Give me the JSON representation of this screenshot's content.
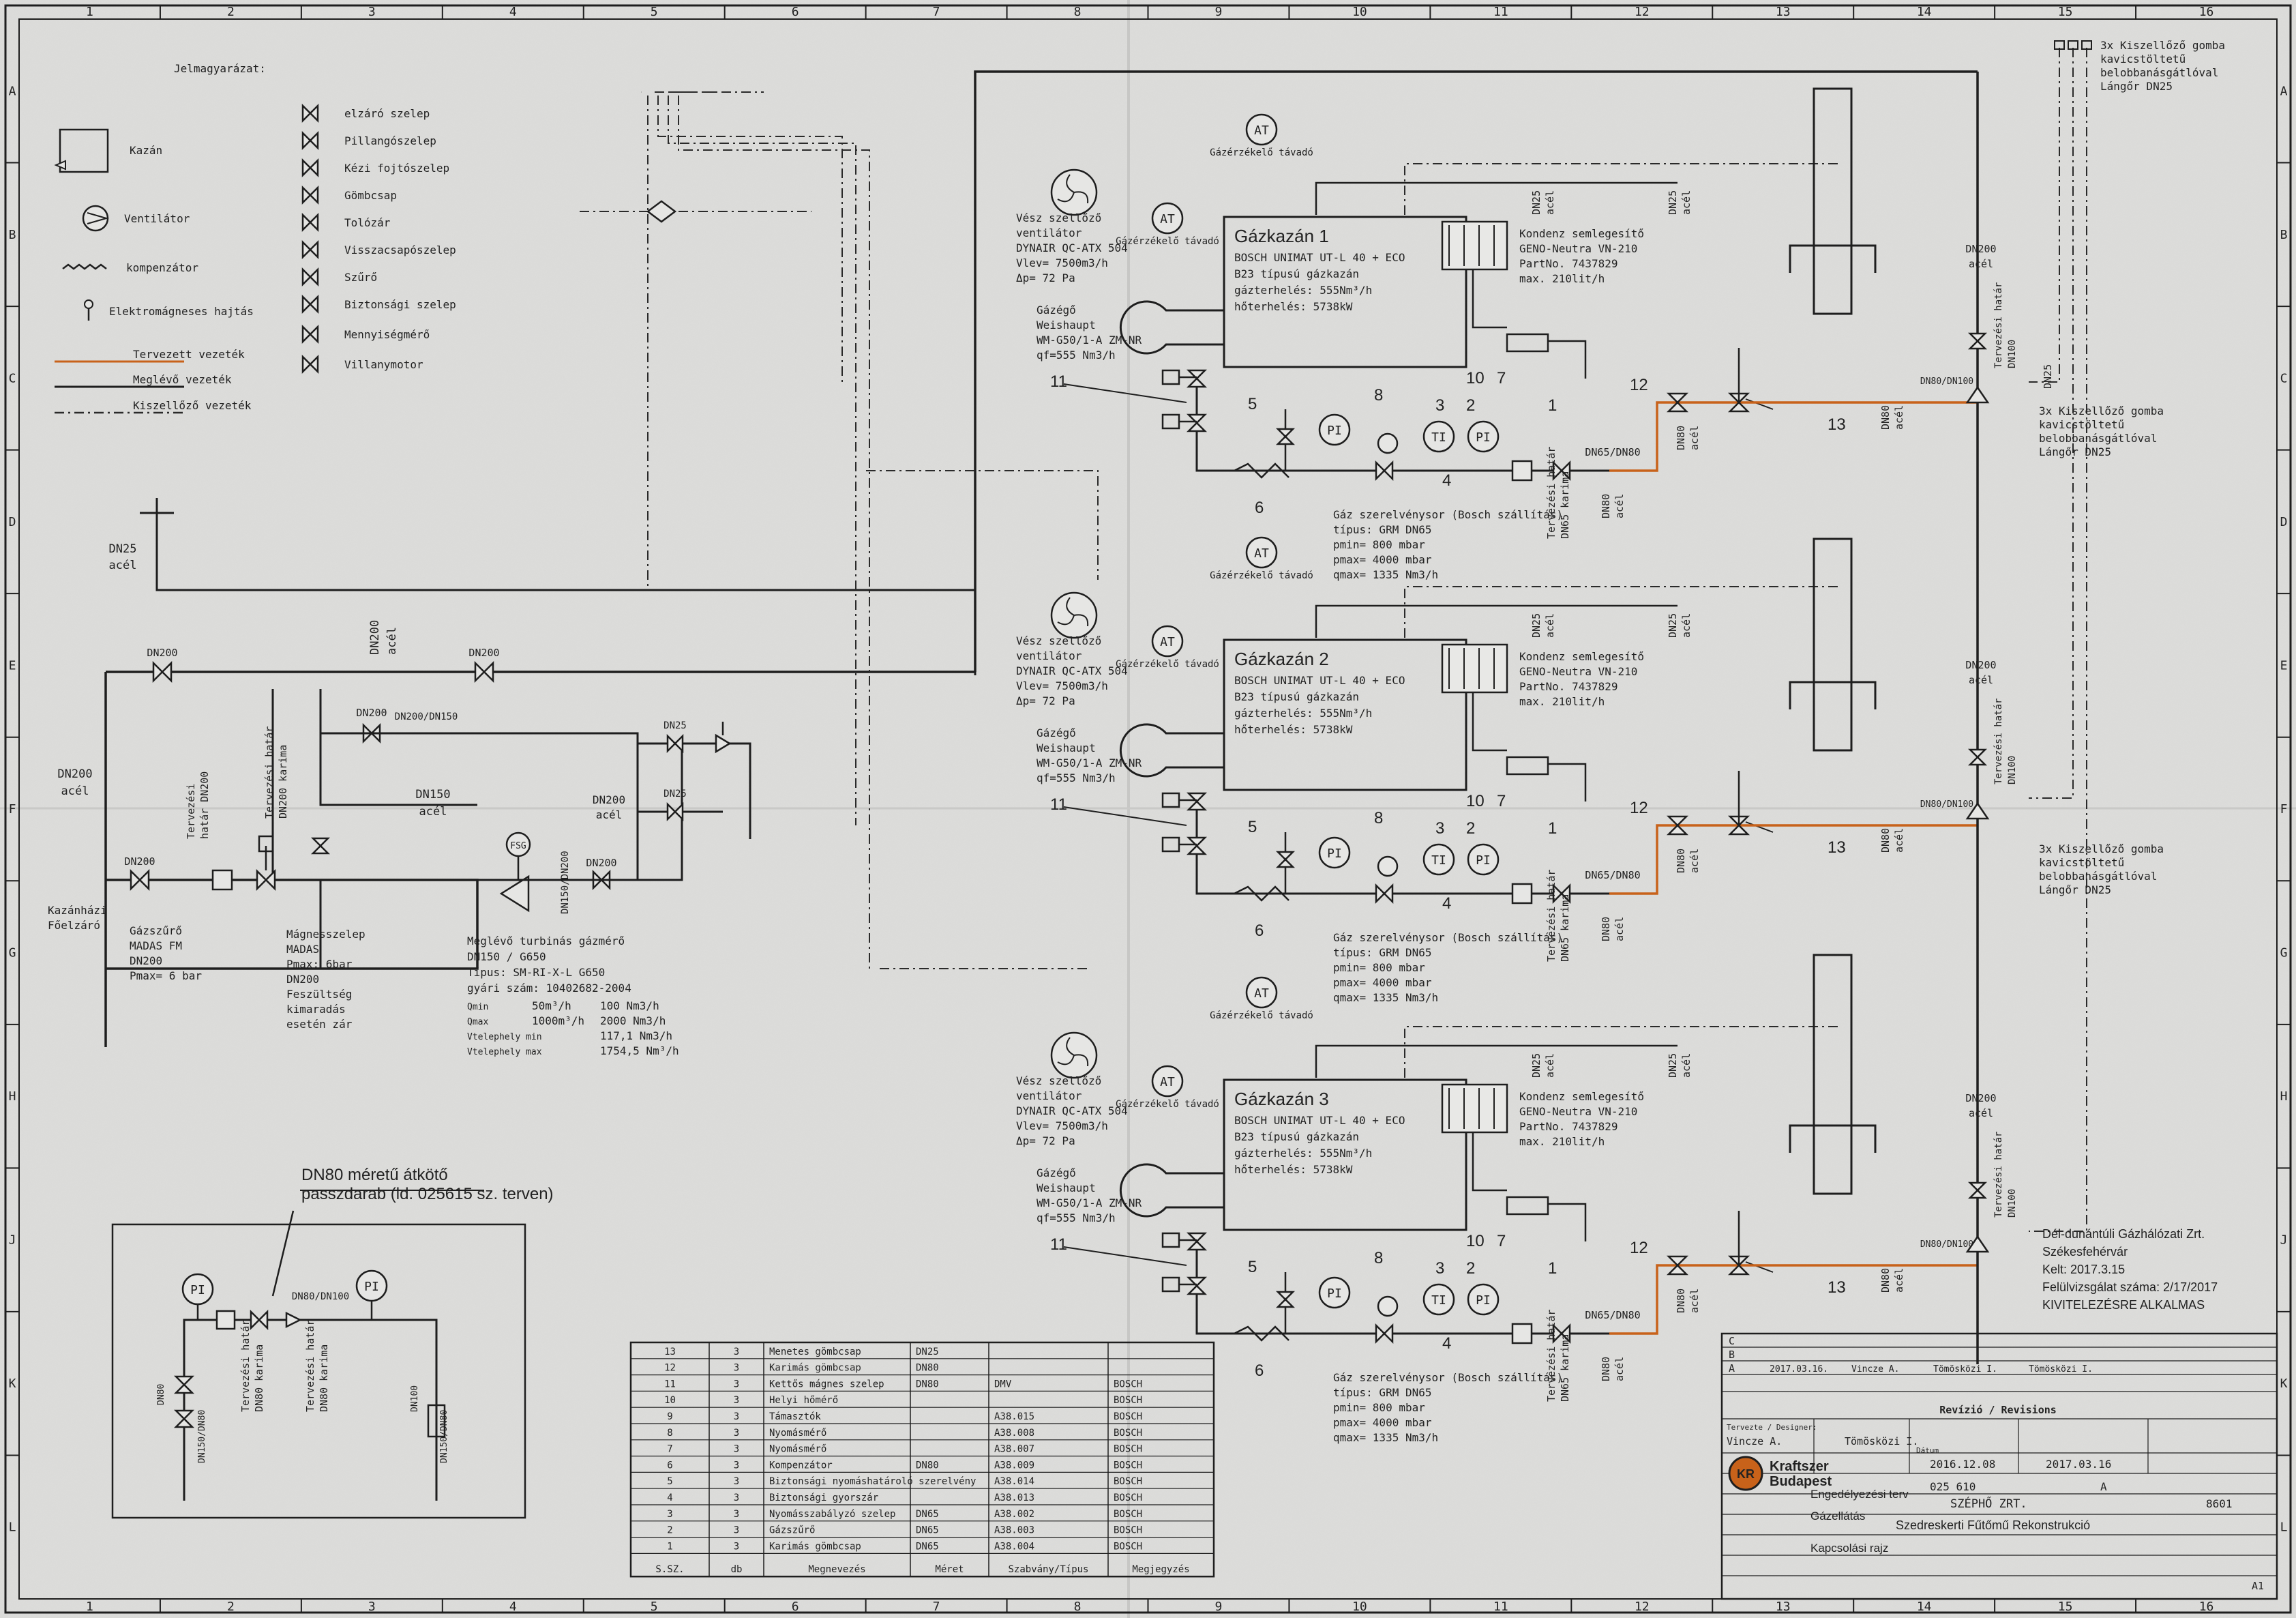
{
  "grid_columns": [
    "1",
    "2",
    "3",
    "4",
    "5",
    "6",
    "7",
    "8",
    "9",
    "10",
    "11",
    "12",
    "13",
    "14",
    "15",
    "16"
  ],
  "grid_rows": [
    "A",
    "B",
    "C",
    "D",
    "E",
    "F",
    "G",
    "H",
    "J",
    "K",
    "L"
  ],
  "legend": {
    "title": "Jelmagyarázat:",
    "left_items": [
      {
        "icon": "boiler-icon",
        "label": "Kazán"
      },
      {
        "icon": "fan-icon",
        "label": "Ventilátor"
      },
      {
        "icon": "compensator-icon",
        "label": "kompenzátor"
      },
      {
        "icon": "solenoid-drive-icon",
        "label": "Elektromágneses hajtás"
      }
    ],
    "line_items": [
      {
        "style": "planned",
        "label": "Tervezett vezeték"
      },
      {
        "style": "existing",
        "label": "Meglévő vezeték"
      },
      {
        "style": "exhaust",
        "label": "Kiszellőző vezeték"
      }
    ],
    "right_items": [
      {
        "icon": "shutoff-valve-icon",
        "label": "elzáró szelep"
      },
      {
        "icon": "butterfly-valve-icon",
        "label": "Pillangószelep"
      },
      {
        "icon": "manual-throttle-valve-icon",
        "label": "Kézi fojtószelep"
      },
      {
        "icon": "ball-valve-icon",
        "label": "Gömbcsap"
      },
      {
        "icon": "gate-valve-icon",
        "label": "Tolózár"
      },
      {
        "icon": "check-valve-icon",
        "label": "Visszacsapószelep"
      },
      {
        "icon": "strainer-icon",
        "label": "Szűrő"
      },
      {
        "icon": "safety-valve-icon",
        "label": "Biztonsági szelep"
      },
      {
        "icon": "flow-meter-icon",
        "label": "Mennyiségmérő"
      },
      {
        "icon": "motor-icon",
        "label": "Villanymotor"
      }
    ]
  },
  "header_note": {
    "lines": [
      "3x Kiszellőző gomba",
      "kavicstöltetű",
      "belobbanásgátlóval",
      "Lángőr DN25"
    ]
  },
  "supply": {
    "dn25": "DN25",
    "acel": "acél",
    "dn200": "DN200",
    "dn200_150": "DN200/DN150",
    "dn150": "DN150",
    "dn150_200": "DN150/DN200",
    "main_shutoff": [
      "Kazánházi",
      "Főelzáró"
    ],
    "boundary_dn200": [
      "Tervezési",
      "határ DN200"
    ],
    "boundary_flange": [
      "Tervezési határ",
      "DN200 karima"
    ],
    "strainer": [
      "Gázszűrő",
      "MADAS FM",
      "DN200",
      "Pmax= 6 bar"
    ],
    "solenoid": [
      "Mágnesszelep",
      "MADAS",
      "Pmax: 6bar",
      "DN200",
      "Feszültség",
      "kimaradás",
      "esetén zár"
    ],
    "meter_title": [
      "Meglévő turbinás gázmérő",
      "DN150 / G650",
      "Típus: SM-RI-X-L G650",
      "gyári szám: 10402682-2004"
    ],
    "meter_rows": [
      {
        "k": "Qmin",
        "v1": "50m³/h",
        "v2": "100 Nm3/h"
      },
      {
        "k": "Qmax",
        "v1": "1000m³/h",
        "v2": "2000 Nm3/h"
      },
      {
        "k": "Vtelephely min",
        "v1": "",
        "v2": "117,1 Nm3/h"
      },
      {
        "k": "Vtelephely max",
        "v1": "",
        "v2": "1754,5 Nm³/h"
      }
    ],
    "fsg": "FSG"
  },
  "detail": {
    "title": [
      "DN80 méretű átkötő",
      "passzdarab (ld. 025615 sz. terven)"
    ],
    "pi": "PI",
    "dn80": "DN80",
    "dn80_100": "DN80/DN100",
    "dn100": "DN100",
    "dn150_80": "DN150/DN80",
    "boundary1": [
      "Tervezési határ",
      "DN80 karima"
    ],
    "boundary2": [
      "Tervezési határ",
      "DN80 karima"
    ]
  },
  "boilers": [
    {
      "title": "Gázkazán 1",
      "lines": [
        "BOSCH UNIMAT UT-L 40 + ECO",
        "B23 típusú gázkazán",
        "gázterhelés:  555Nm³/h",
        "hőterhelés:  5738kW"
      ],
      "fan": [
        "Vész szellőző",
        "ventilátor",
        "DYNAIR QC-ATX 504",
        "Vlev= 7500m3/h",
        "Δp= 72 Pa"
      ],
      "burner": [
        "Gázégő",
        "Weishaupt",
        "WM-G50/1-A ZM-NR",
        "qf=555 Nm3/h"
      ],
      "neutralizer": [
        "Kondenz semlegesítő",
        "GENO-Neutra VN-210",
        "PartNo. 7437829",
        "max. 210lit/h"
      ],
      "train": [
        "Gáz szerelvénysor (Bosch szállítás)",
        "típus: GRM DN65",
        "pmin= 800 mbar",
        "pmax= 4000 mbar",
        "qmax= 1335 Nm3/h"
      ],
      "detector": "Gázérzékelő távadó",
      "at": "AT",
      "pi": "PI",
      "ti": "TI",
      "dn65_80": "DN65/DN80",
      "dn80": "DN80",
      "dn25": "DN25",
      "acel": "acél",
      "dn80_100": "DN80/DN100",
      "boundary": [
        "Tervezési határ",
        "DN65 karima"
      ],
      "marks": [
        "11",
        "5",
        "8",
        "10",
        "7",
        "3",
        "2",
        "1",
        "12",
        "13",
        "4",
        "6"
      ]
    },
    {
      "title": "Gázkazán 2",
      "lines": [
        "BOSCH UNIMAT UT-L 40 + ECO",
        "B23 típusú gázkazán",
        "gázterhelés:  555Nm³/h",
        "hőterhelés:  5738kW"
      ],
      "fan": [
        "Vész szellőző",
        "ventilátor",
        "DYNAIR QC-ATX 504",
        "Vlev= 7500m3/h",
        "Δp= 72 Pa"
      ],
      "burner": [
        "Gázégő",
        "Weishaupt",
        "WM-G50/1-A ZM-NR",
        "qf=555 Nm3/h"
      ],
      "neutralizer": [
        "Kondenz semlegesítő",
        "GENO-Neutra VN-210",
        "PartNo. 7437829",
        "max. 210lit/h"
      ],
      "train": [
        "Gáz szerelvénysor (Bosch szállítás)",
        "típus: GRM DN65",
        "pmin= 800 mbar",
        "pmax= 4000 mbar",
        "qmax= 1335 Nm3/h"
      ],
      "detector": "Gázérzékelő távadó",
      "at": "AT",
      "pi": "PI",
      "ti": "TI",
      "dn65_80": "DN65/DN80",
      "dn80": "DN80",
      "dn25": "DN25",
      "acel": "acél",
      "dn80_100": "DN80/DN100",
      "boundary": [
        "Tervezési határ",
        "DN65 karima"
      ],
      "marks": [
        "11",
        "5",
        "8",
        "10",
        "7",
        "3",
        "2",
        "1",
        "12",
        "13",
        "4",
        "6"
      ]
    },
    {
      "title": "Gázkazán 3",
      "lines": [
        "BOSCH UNIMAT UT-L 40 + ECO",
        "B23 típusú gázkazán",
        "gázterhelés:  555Nm³/h",
        "hőterhelés:  5738kW"
      ],
      "fan": [
        "Vész szellőző",
        "ventilátor",
        "DYNAIR QC-ATX 504",
        "Vlev= 7500m3/h",
        "Δp= 72 Pa"
      ],
      "burner": [
        "Gázégő",
        "Weishaupt",
        "WM-G50/1-A ZM-NR",
        "qf=555 Nm3/h"
      ],
      "neutralizer": [
        "Kondenz semlegesítő",
        "GENO-Neutra VN-210",
        "PartNo. 7437829",
        "max. 210lit/h"
      ],
      "train": [
        "Gáz szerelvénysor (Bosch szállítás)",
        "típus: GRM DN65",
        "pmin= 800 mbar",
        "pmax= 4000 mbar",
        "qmax= 1335 Nm3/h"
      ],
      "detector": "Gázérzékelő távadó",
      "at": "AT",
      "pi": "PI",
      "ti": "TI",
      "dn65_80": "DN65/DN80",
      "dn80": "DN80",
      "dn25": "DN25",
      "acel": "acél",
      "dn80_100": "DN80/DN100",
      "boundary": [
        "Tervezési határ",
        "DN65 karima"
      ],
      "marks": [
        "11",
        "5",
        "8",
        "10",
        "7",
        "3",
        "2",
        "1",
        "12",
        "13",
        "4",
        "6"
      ]
    }
  ],
  "right_column": {
    "dn200": "DN200",
    "acel": "acél",
    "dn100": "DN100",
    "boundary": "Tervezési határ"
  },
  "parts_table": {
    "headers": [
      "S.SZ.",
      "db",
      "Megnevezés",
      "Méret",
      "Szabvány/Típus",
      "Megjegyzés"
    ],
    "rows": [
      [
        "13",
        "3",
        "Menetes gömbcsap",
        "DN25",
        "",
        ""
      ],
      [
        "12",
        "3",
        "Karimás gömbcsap",
        "DN80",
        "",
        ""
      ],
      [
        "11",
        "3",
        "Kettős mágnes szelep",
        "DN80",
        "DMV",
        "BOSCH"
      ],
      [
        "10",
        "3",
        "Helyi hőmérő",
        "",
        "",
        "BOSCH"
      ],
      [
        "9",
        "3",
        "Támasztók",
        "",
        "A38.015",
        "BOSCH"
      ],
      [
        "8",
        "3",
        "Nyomásmérő",
        "",
        "A38.008",
        "BOSCH"
      ],
      [
        "7",
        "3",
        "Nyomásmérő",
        "",
        "A38.007",
        "BOSCH"
      ],
      [
        "6",
        "3",
        "Kompenzátor",
        "DN80",
        "A38.009",
        "BOSCH"
      ],
      [
        "5",
        "3",
        "Biztonsági nyomáshatároló szerelvény",
        "",
        "A38.014",
        "BOSCH"
      ],
      [
        "4",
        "3",
        "Biztonsági gyorszár",
        "",
        "A38.013",
        "BOSCH"
      ],
      [
        "3",
        "3",
        "Nyomásszabályzó szelep",
        "DN65",
        "A38.002",
        "BOSCH"
      ],
      [
        "2",
        "3",
        "Gázszűrő",
        "DN65",
        "A38.003",
        "BOSCH"
      ],
      [
        "1",
        "3",
        "Karimás gömbcsap",
        "DN65",
        "A38.004",
        "BOSCH"
      ]
    ]
  },
  "stamp": {
    "lines": [
      "Dél-dunántúli Gázhálózati Zrt.",
      "Székesfehérvár",
      "Kelt: 2017.3.15",
      "Felülvizsgálat száma: 2/17/2017",
      "KIVITELEZÉSRE ALKALMAS"
    ]
  },
  "title_block": {
    "rev_letters": [
      "C",
      "B",
      "A"
    ],
    "rev_a": {
      "date": "2017.03.16.",
      "by": "Vincze A.",
      "checked": "Tömösközi I.",
      "approved": "Tömösközi I."
    },
    "rev_heading": "Revízió / Revisions",
    "designer_label": "Tervezte / Designer:",
    "designer": "Vincze A.",
    "checker": "Tömösközi I.",
    "company": [
      "Kraftszer",
      "Budapest"
    ],
    "logo": "KR",
    "date_label": "Dátum",
    "date1": "2016.12.08",
    "date2": "2017.03.16",
    "project_no": "025 610",
    "rev": "A",
    "client": "SZÉPHŐ ZRT.",
    "job_no": "8601",
    "plan_type": "Engedélyezési terv",
    "subject": "Gázellátás",
    "project": "Szedreskerti Fűtőmű Rekonstrukció",
    "drawing": "Kapcsolási rajz",
    "sheet_size": "A1"
  }
}
